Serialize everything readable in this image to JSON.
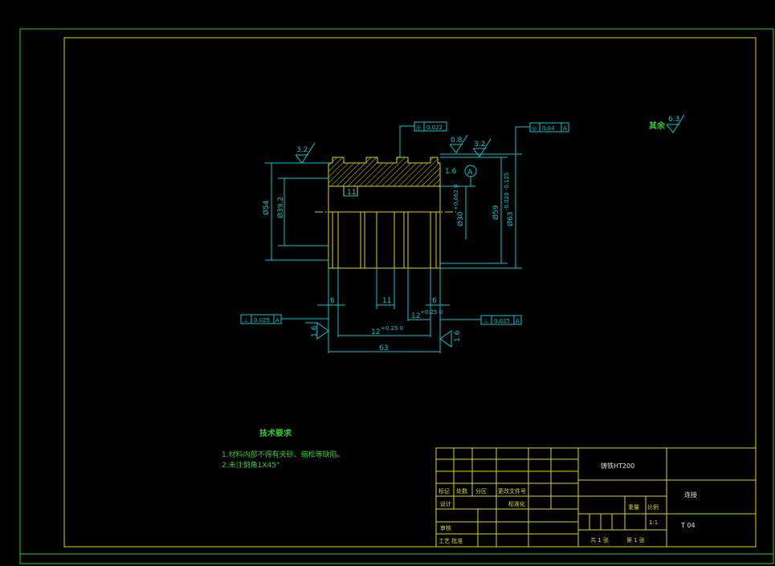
{
  "tech_requirements": {
    "title": "技术要求",
    "items": [
      "1.材料内部不得有夹砂、缩松等缺陷。",
      "2.未注倒角1X45°"
    ]
  },
  "roughness": {
    "others_label": "其余",
    "others_value": "6.3",
    "left_top": "3.2",
    "top_mid_1": "0.8",
    "top_mid_2": "3.2",
    "bore": "1.6",
    "left_side": "1.6",
    "right_side": "1.6"
  },
  "tolerances": {
    "top_left": {
      "symbol": "◎",
      "value": "0.022"
    },
    "top_right": {
      "symbol": "◎",
      "value": "0.04",
      "datum": "A"
    },
    "side_left": {
      "symbol": "⊥",
      "value": "0.025",
      "datum": "A"
    },
    "side_right": {
      "symbol": "⊥",
      "value": "0.025",
      "datum": "A"
    }
  },
  "datum_label": "A",
  "dimensions": {
    "d54": "Ø54",
    "d39_2": "Ø39.2",
    "d30": "Ø30",
    "d30_tol": "+0.062 0",
    "d59": "Ø59",
    "d63": "Ø63",
    "d63_tol": "-0.025 -0.125",
    "groove_width_top": "11",
    "groove_width_mid": "11",
    "left_6": "6",
    "right_6": "6",
    "g12a": "12",
    "g12a_tol": "+0.25 0",
    "g12b": "12",
    "g12b_tol": "+0.25 0",
    "total": "63"
  },
  "title_block": {
    "material": "铸铁HT200",
    "part_name": "连接",
    "drawing_no": "T 04",
    "scale_label": "比例",
    "scale_value": "1:1",
    "weight_label": "重量",
    "sheets_total": "共 1 张",
    "sheet_no": "第 1 张",
    "row_labels": [
      "标记",
      "处数",
      "分区",
      "更改文件号"
    ],
    "design": "设计",
    "standardize": "标准化",
    "review": "审核",
    "process": "工艺  批准"
  }
}
